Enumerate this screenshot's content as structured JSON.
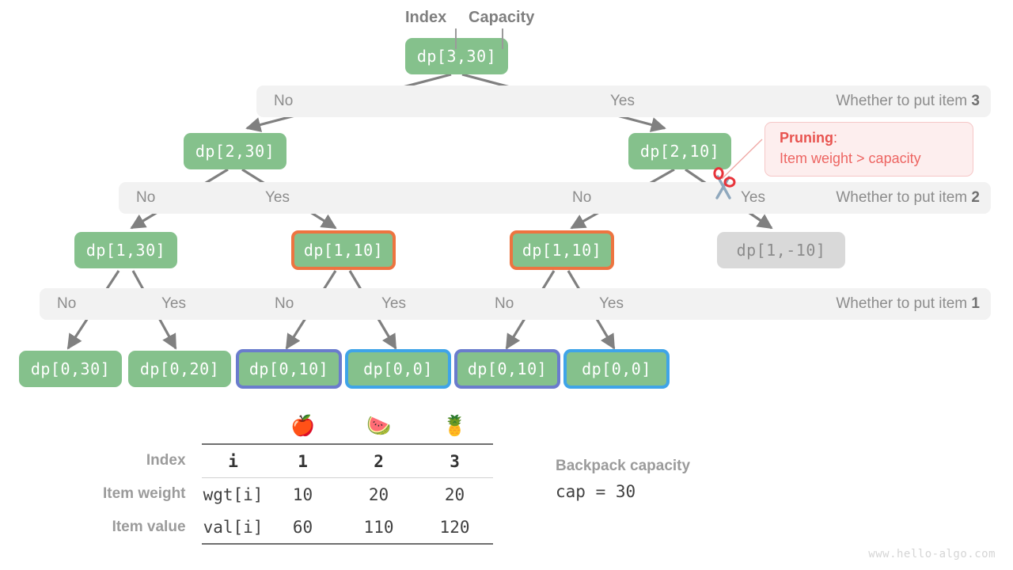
{
  "annotations": {
    "index_label": "Index",
    "capacity_label": "Capacity"
  },
  "pruning": {
    "title": "Pruning",
    "colon": ":",
    "reason": "Item weight > capacity",
    "accent_color": "#e8534f",
    "bg_color": "#fdeeee",
    "icon": "scissors-icon"
  },
  "tree": {
    "root": {
      "label": "dp[3,30]"
    },
    "level2": [
      {
        "label": "dp[2,30]"
      },
      {
        "label": "dp[2,10]"
      }
    ],
    "level3": [
      {
        "label": "dp[1,30]",
        "highlight": "none"
      },
      {
        "label": "dp[1,10]",
        "highlight": "orange"
      },
      {
        "label": "dp[1,10]",
        "highlight": "orange"
      },
      {
        "label": "dp[1,-10]",
        "highlight": "dim"
      }
    ],
    "level4": [
      {
        "label": "dp[0,30]",
        "highlight": "none"
      },
      {
        "label": "dp[0,20]",
        "highlight": "none"
      },
      {
        "label": "dp[0,10]",
        "highlight": "purple"
      },
      {
        "label": "dp[0,0]",
        "highlight": "blue"
      },
      {
        "label": "dp[0,10]",
        "highlight": "purple"
      },
      {
        "label": "dp[0,0]",
        "highlight": "blue"
      }
    ],
    "colors": {
      "node_green": "#85c18c",
      "node_dim": "#d9d9d9",
      "orange": "#ed7440",
      "purple": "#6a7ccd",
      "blue": "#3fa4e8",
      "edge": "#808080",
      "bar_bg": "#f2f2f2"
    }
  },
  "level_bars": [
    {
      "title_prefix": "Whether to put item ",
      "title_num": "3",
      "choices": [
        "No",
        "Yes"
      ]
    },
    {
      "title_prefix": "Whether to put item ",
      "title_num": "2",
      "choices": [
        "No",
        "Yes",
        "No",
        "Yes"
      ]
    },
    {
      "title_prefix": "Whether to put item ",
      "title_num": "1",
      "choices": [
        "No",
        "Yes",
        "No",
        "Yes",
        "No",
        "Yes"
      ]
    }
  ],
  "table": {
    "fruits": [
      "apple-icon",
      "watermelon-icon",
      "pineapple-icon"
    ],
    "fruit_glyphs": [
      "🍎",
      "🍉",
      "🍍"
    ],
    "rows": [
      {
        "head": "Index",
        "key": "i",
        "values": [
          "1",
          "2",
          "3"
        ]
      },
      {
        "head": "Item weight",
        "key": "wgt[i]",
        "values": [
          "10",
          "20",
          "20"
        ]
      },
      {
        "head": "Item value",
        "key": "val[i]",
        "values": [
          "60",
          "110",
          "120"
        ]
      }
    ]
  },
  "capacity": {
    "title": "Backpack capacity",
    "value": "cap = 30"
  },
  "watermark": "www.hello-algo.com"
}
